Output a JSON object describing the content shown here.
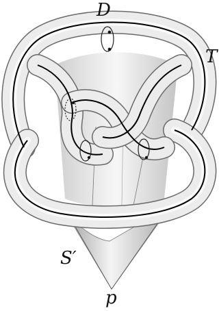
{
  "labels": {
    "D": "D",
    "T": "T",
    "S": "S′",
    "p": "p"
  },
  "colors": {
    "tube_fill": "#ececec",
    "tube_shade": "#bdbdbd",
    "tube_edge": "#6a6a6a",
    "core_curve": "#000000",
    "cone_light": "#f4f4f4",
    "cone_dark": "#9a9a9a",
    "disk_edge": "#222222"
  }
}
